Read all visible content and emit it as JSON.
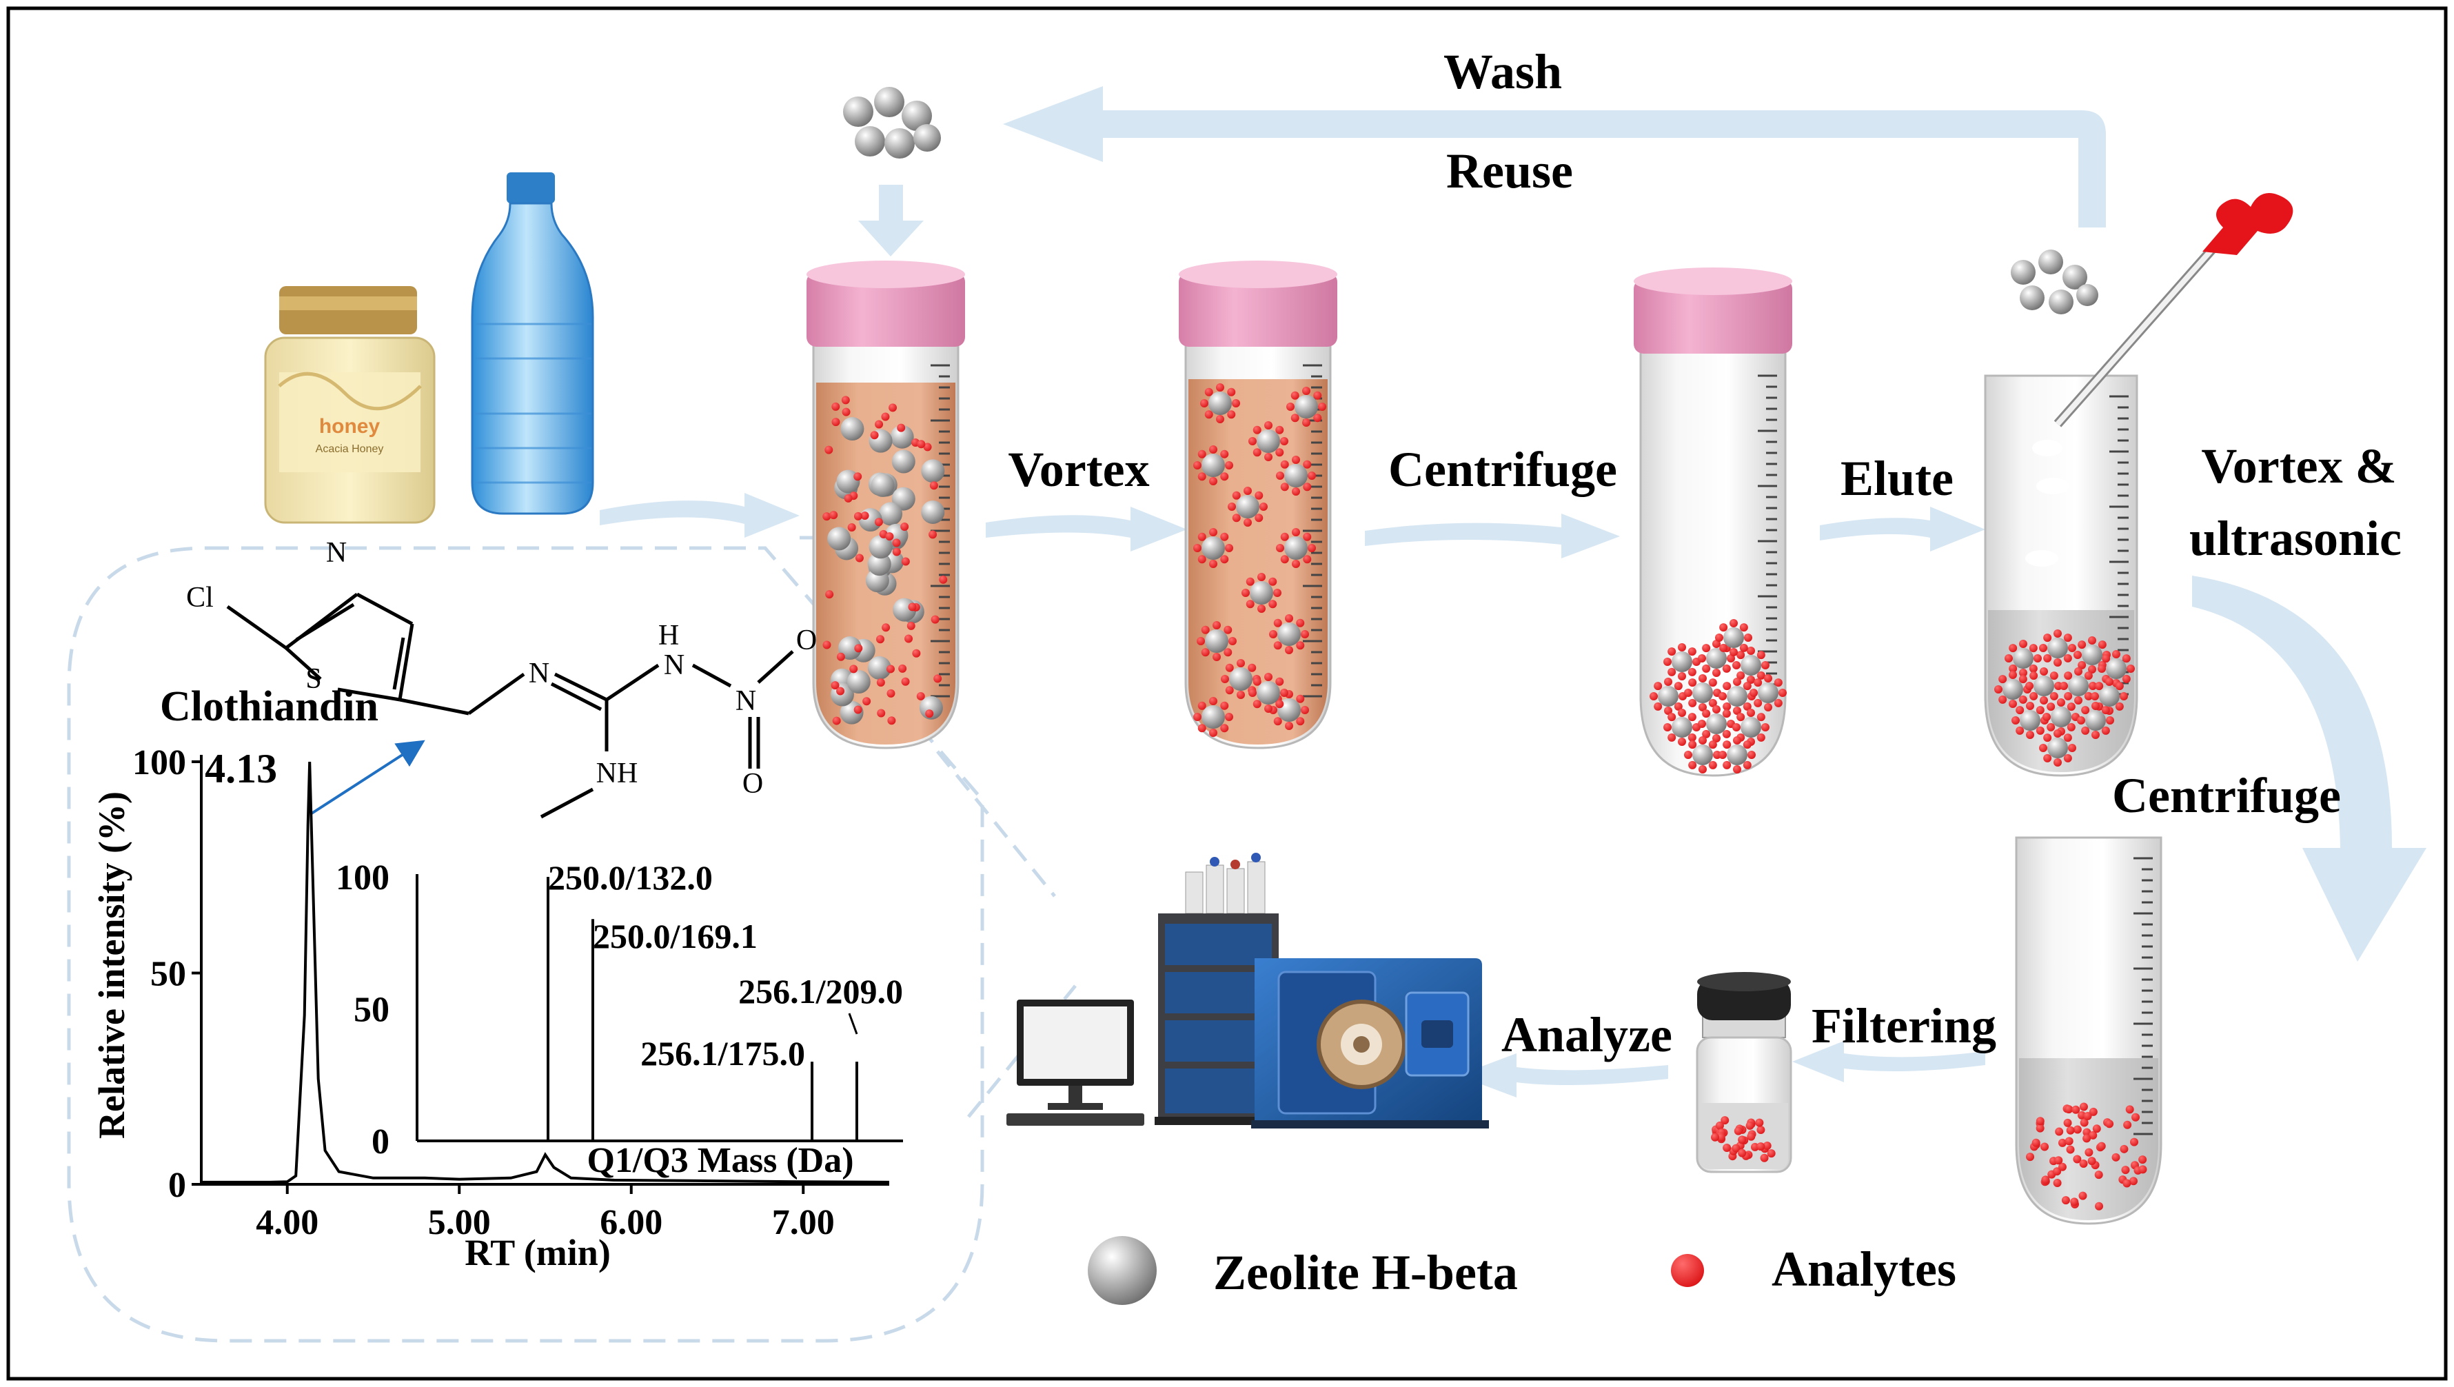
{
  "labels": {
    "wash": "Wash",
    "reuse": "Reuse",
    "vortex": "Vortex",
    "centrifuge_1": "Centrifuge",
    "elute": "Elute",
    "vortex_ultrasonic_1": "Vortex &",
    "vortex_ultrasonic_2": "ultrasonic",
    "centrifuge_2": "Centrifuge",
    "filtering": "Filtering",
    "analyze": "Analyze"
  },
  "legend": {
    "zeolite": "Zeolite H-beta",
    "analytes": "Analytes"
  },
  "samples": {
    "honey_label": "honey",
    "honey_sublabel": "Acacia Honey"
  },
  "molecule": {
    "name": "Clothiandin",
    "atoms": {
      "cl": "Cl",
      "n1": "N",
      "s": "S",
      "n2": "N",
      "n3": "N",
      "n4": "N",
      "o1": "O",
      "o2": "O",
      "nh1": "H",
      "nh2": "NH"
    }
  },
  "colors": {
    "arrow": "#d6e6f3",
    "zeolite": "#a9a9a9",
    "analyte": "#e8191b",
    "cap": "#f0a6c9",
    "liquid": "#e3a882",
    "border": "#000000",
    "chart_line": "#000000",
    "pointer_arrow": "#1f6fc2"
  },
  "chart_data": [
    {
      "type": "line",
      "title": "",
      "xlabel": "RT (min)",
      "ylabel": "Relative intensity (%)",
      "xlim": [
        3.5,
        7.5
      ],
      "ylim": [
        0,
        100
      ],
      "x_ticks": [
        "4.00",
        "5.00",
        "6.00",
        "7.00"
      ],
      "x_tick_values": [
        4.0,
        5.0,
        6.0,
        7.0
      ],
      "y_ticks": [
        "0",
        "50",
        "100"
      ],
      "y_tick_values": [
        0,
        50,
        100
      ],
      "peak_label": "4.13",
      "series": [
        {
          "x": [
            3.5,
            3.9,
            4.0,
            4.05,
            4.1,
            4.12,
            4.13,
            4.15,
            4.18,
            4.22,
            4.3,
            4.5,
            4.8,
            5.0,
            5.3,
            5.45,
            5.5,
            5.55,
            5.65,
            5.9,
            6.5,
            7.0,
            7.5
          ],
          "y": [
            0.5,
            0.5,
            0.6,
            2,
            40,
            85,
            100,
            70,
            25,
            8,
            3,
            1.5,
            1.5,
            1.2,
            1.5,
            3,
            7,
            4,
            1.5,
            1,
            0.8,
            0.6,
            0.5
          ]
        }
      ]
    },
    {
      "type": "bar",
      "title": "",
      "xlabel": "Q1/Q3 Mass (Da)",
      "ylabel": "",
      "ylim": [
        0,
        100
      ],
      "y_ticks": [
        "0",
        "50",
        "100"
      ],
      "y_tick_values": [
        0,
        50,
        100
      ],
      "categories": [
        "250.0/132.0",
        "250.0/169.1",
        "256.1/175.0",
        "256.1/209.0"
      ],
      "values": [
        100,
        84,
        30,
        30
      ]
    }
  ]
}
